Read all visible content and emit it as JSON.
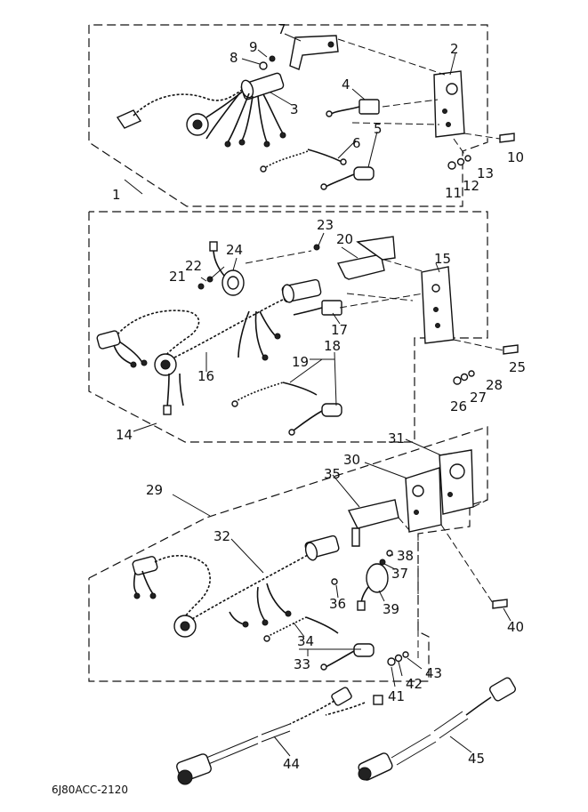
{
  "diagram": {
    "code": "6J80ACC-2120",
    "groups": [
      {
        "label": "1"
      },
      {
        "label": "14"
      },
      {
        "label": "29"
      }
    ],
    "callouts": [
      "1",
      "2",
      "3",
      "4",
      "5",
      "6",
      "7",
      "8",
      "9",
      "10",
      "11",
      "12",
      "13",
      "14",
      "15",
      "16",
      "17",
      "18",
      "19",
      "20",
      "21",
      "22",
      "23",
      "24",
      "25",
      "26",
      "27",
      "28",
      "29",
      "30",
      "31",
      "32",
      "33",
      "34",
      "35",
      "36",
      "37",
      "38",
      "39",
      "40",
      "41",
      "42",
      "43",
      "44",
      "45"
    ]
  }
}
